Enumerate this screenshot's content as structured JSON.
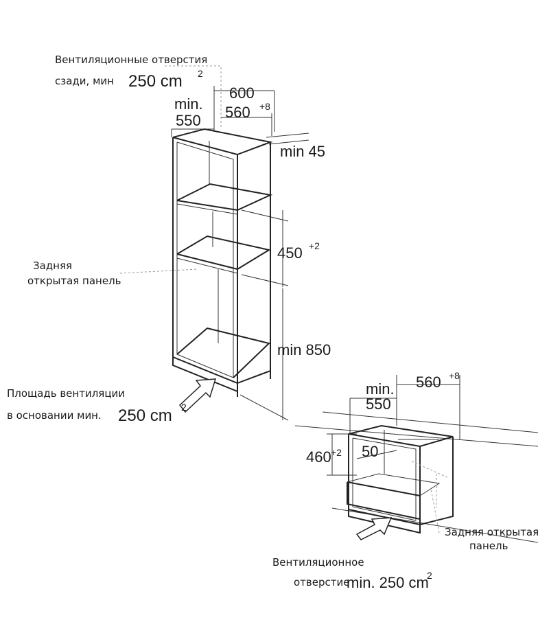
{
  "labels": {
    "rear_vent_line1": "Вентиляционные отверстия",
    "rear_vent_line2": "сзади, мин",
    "rear_vent_value": "250 cm",
    "rear_vent_exp": "2",
    "rear_panel_line1": "Задняя",
    "rear_panel_line2": "открытая панель",
    "base_vent_line1": "Площадь вентиляции",
    "base_vent_line2": "в основании мин.",
    "base_vent_value": "250 cm",
    "base_vent_exp": "2",
    "drawer_rear_panel_line1": "Задняя открытая",
    "drawer_rear_panel_line2": "панель",
    "drawer_vent_line1": "Вентиляционное",
    "drawer_vent_line2": "отверстие",
    "drawer_vent_value": "min. 250 cm",
    "drawer_vent_exp": "2"
  },
  "dimensions": {
    "tall_min_label": "min.",
    "tall_min_value": "550",
    "tall_width": "600",
    "tall_inner_width": "560",
    "tall_inner_width_tol": "+8",
    "tall_gap": "min 45",
    "tall_niche_height": "450",
    "tall_niche_height_tol": "+2",
    "tall_total_height": "min 850",
    "drawer_min_label": "min.",
    "drawer_min_value": "550",
    "drawer_inner_width": "560",
    "drawer_inner_width_tol": "+8",
    "drawer_height": "460",
    "drawer_height_tol": "+2",
    "drawer_gap": "50"
  }
}
